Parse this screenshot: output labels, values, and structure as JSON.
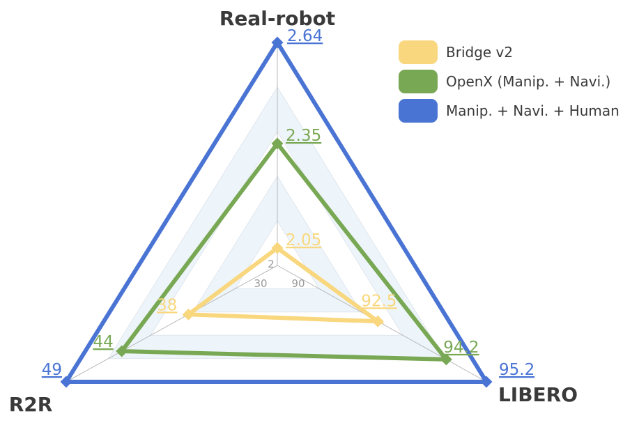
{
  "chart_data": {
    "type": "radar",
    "axes": [
      {
        "label": "Real-robot",
        "inner_tick": "2"
      },
      {
        "label": "LIBERO",
        "inner_tick": "90"
      },
      {
        "label": "R2R",
        "inner_tick": "30"
      }
    ],
    "series": [
      {
        "name": "Bridge v2",
        "color": "#f9d77e",
        "labels": [
          "2.05",
          "92.5",
          "38"
        ],
        "values": [
          2.05,
          92.5,
          38
        ]
      },
      {
        "name": "OpenX (Manip. + Navi.)",
        "color": "#79a855",
        "labels": [
          "2.35",
          "94.2",
          "44"
        ],
        "values": [
          2.35,
          94.2,
          44
        ]
      },
      {
        "name": "Manip. + Navi. + Human",
        "color": "#4a74d4",
        "labels": [
          "2.64",
          "95.2",
          "49"
        ],
        "values": [
          2.64,
          95.2,
          49
        ]
      }
    ],
    "legend_position": "top-right",
    "grid": true
  }
}
